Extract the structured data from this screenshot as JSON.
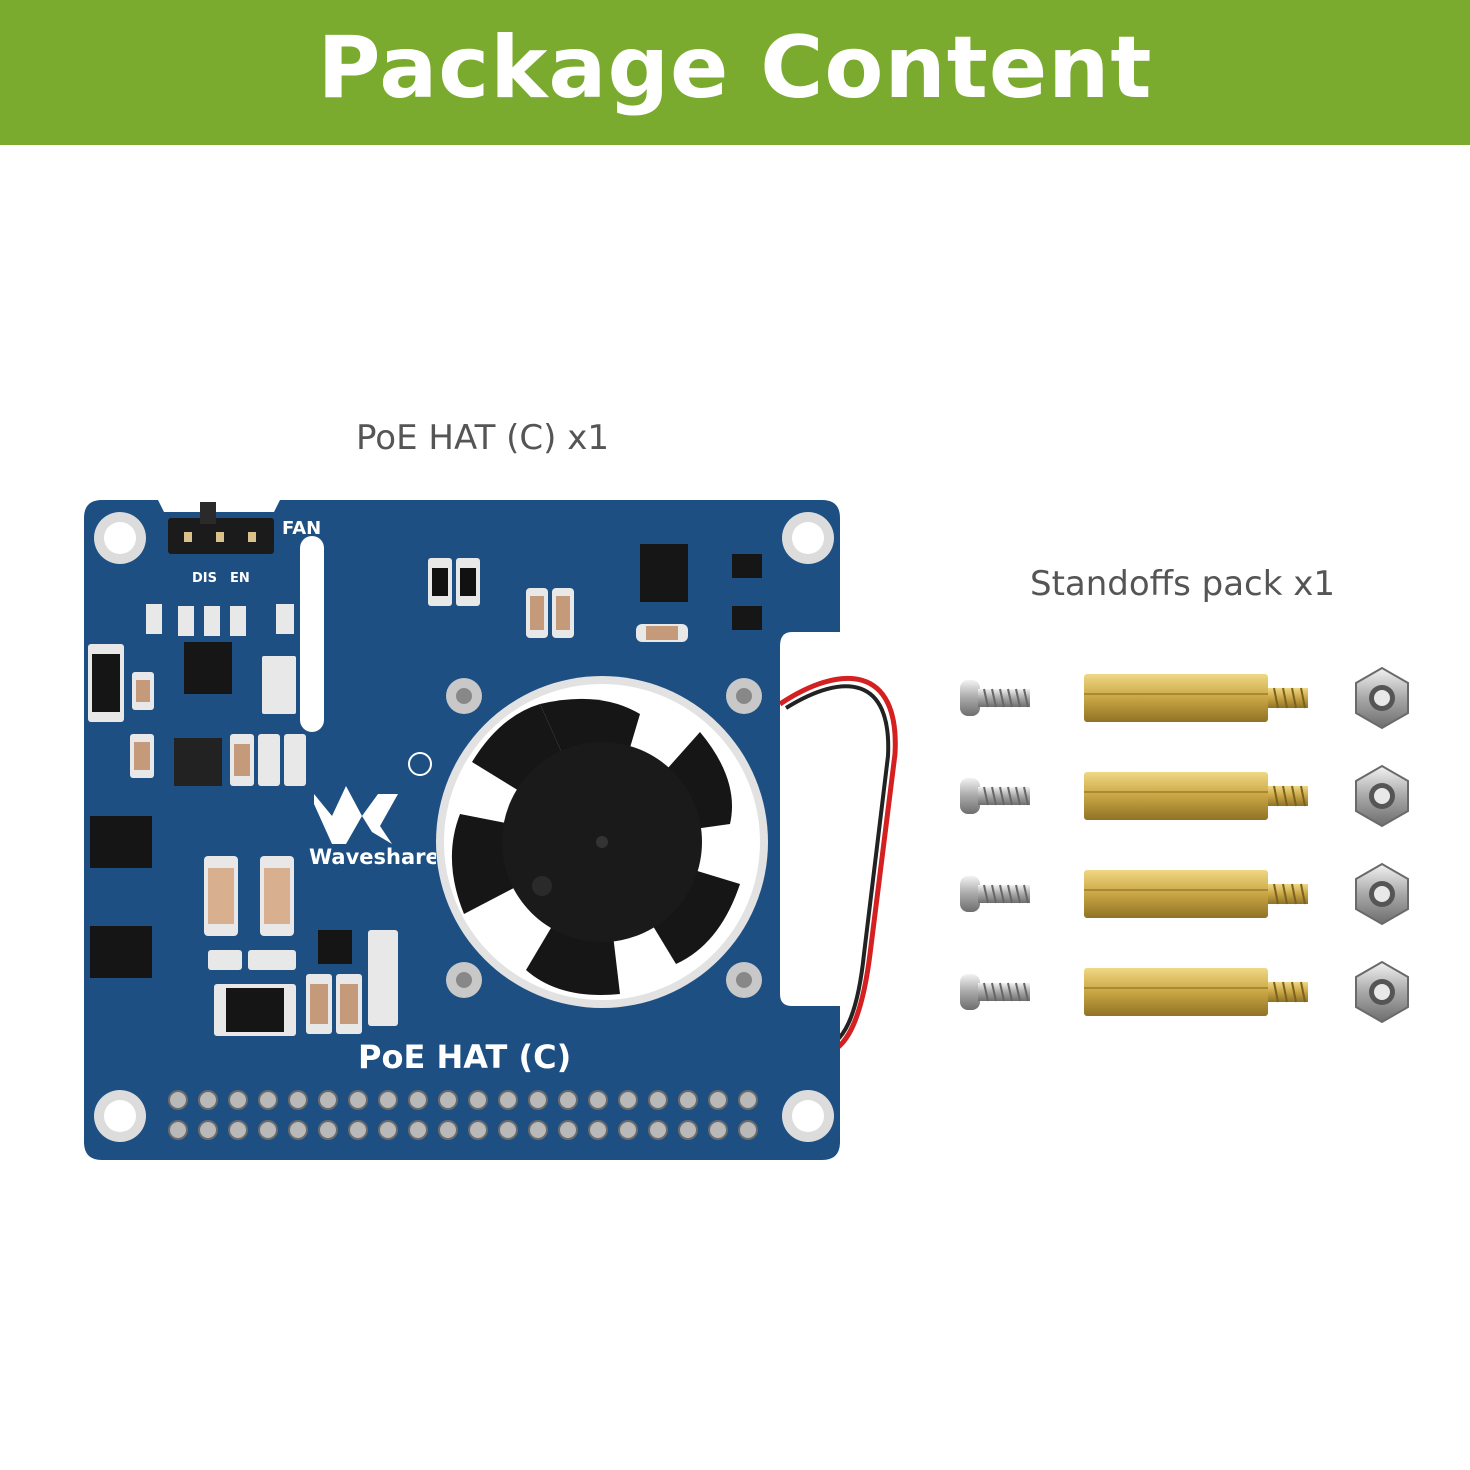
{
  "banner": {
    "title": "Package Content",
    "color": "#7aab2f"
  },
  "items": [
    {
      "label": "PoE HAT (C) x1"
    },
    {
      "label": "Standoffs pack x1"
    }
  ],
  "board": {
    "brand": "Waveshare",
    "model_silkscreen": "PoE HAT (C)",
    "switch_label": "FAN",
    "switch_positions": [
      "DIS",
      "EN"
    ],
    "pcb_color": "#1d4f82",
    "fan_icon": "cooling-fan-icon",
    "logo_icon": "waveshare-logo-icon"
  },
  "hardware": {
    "rows": 4,
    "parts": [
      "screw-icon",
      "brass-standoff-icon",
      "hex-nut-icon"
    ]
  }
}
